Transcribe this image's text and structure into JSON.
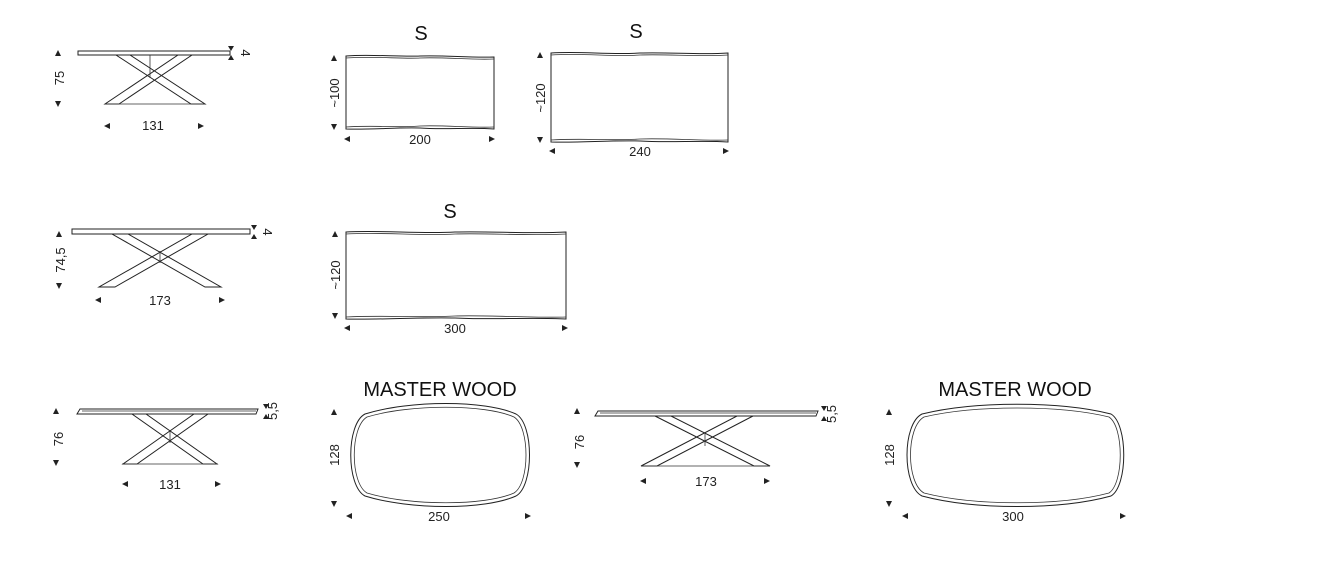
{
  "row1": {
    "side": {
      "height": "75",
      "width": "131",
      "top": "4"
    },
    "plan_a": {
      "title": "S",
      "depth": "~100",
      "length": "200"
    },
    "plan_b": {
      "title": "S",
      "depth": "~120",
      "length": "240"
    }
  },
  "row2": {
    "side": {
      "height": "74,5",
      "width": "173",
      "top": "4"
    },
    "plan": {
      "title": "S",
      "depth": "~120",
      "length": "300"
    }
  },
  "row3": {
    "side_a": {
      "height": "76",
      "width": "131",
      "top": "5,5"
    },
    "plan_a": {
      "title": "MASTER WOOD",
      "depth": "128",
      "length": "250"
    },
    "side_b": {
      "height": "76",
      "width": "173",
      "top": "5,5"
    },
    "plan_b": {
      "title": "MASTER WOOD",
      "depth": "128",
      "length": "300"
    }
  }
}
